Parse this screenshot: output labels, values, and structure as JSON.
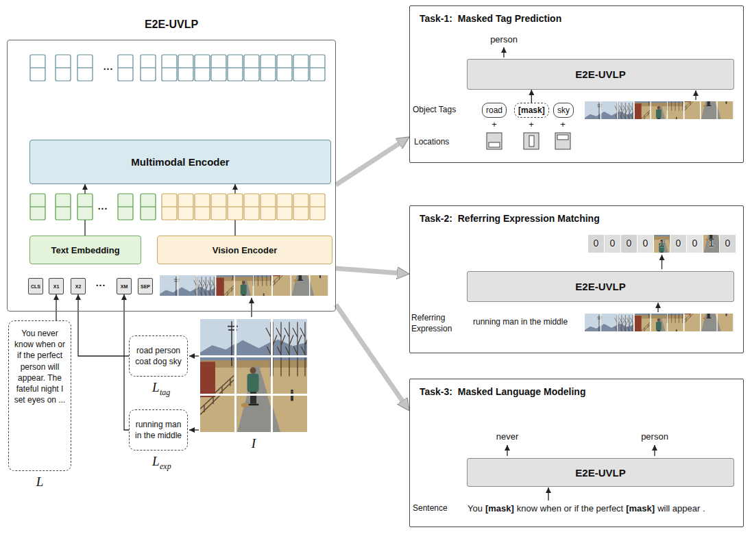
{
  "diagram": {
    "nodes": [
      {
        "text": [
          "E2E-UVLP"
        ]
      },
      {
        "text": [
          "Multimodal Encoder"
        ],
        "in": 0
      },
      {
        "text": [
          "Text Embedding"
        ],
        "in": 0
      },
      {
        "text": [
          "Vision Encoder"
        ],
        "in": 0
      },
      {
        "text": [
          "CLS"
        ],
        "in": 0
      },
      {
        "text": [
          "X1"
        ],
        "in": 0
      },
      {
        "text": [
          "X2"
        ],
        "in": 0
      },
      {
        "text": [
          "XM"
        ],
        "in": 0
      },
      {
        "text": [
          "SEP"
        ],
        "in": 0
      },
      {
        "text": [
          "You never know when or if the perfect person will appear. The fateful night I set eyes on ..."
        ]
      },
      {
        "text": [
          "road person coat dog sky"
        ]
      },
      {
        "text": [
          "running man in the middle"
        ]
      },
      {
        "text": [
          "Task-1:  Masked Tag Prediction"
        ]
      },
      {
        "text": [
          "E2E-UVLP"
        ],
        "in": 12
      },
      {
        "text": [
          "road"
        ],
        "in": 12
      },
      {
        "text": [
          "[mask]"
        ],
        "in": 12
      },
      {
        "text": [
          "sky"
        ],
        "in": 12
      },
      {
        "text": [
          "Task-2:  Referring Expression Matching"
        ]
      },
      {
        "text": [
          "E2E-UVLP"
        ],
        "in": 17
      },
      {
        "text": [
          "Task-3:  Masked Language Modeling"
        ]
      },
      {
        "text": [
          "E2E-UVLP"
        ],
        "in": 19
      }
    ],
    "edges": [
      {
        "from": 2,
        "to": 1,
        "arrow": "to"
      },
      {
        "from": 3,
        "to": 1,
        "arrow": "to"
      },
      {
        "from": 9,
        "to": 5,
        "arrow": "to"
      },
      {
        "from": 10,
        "to": 6,
        "arrow": "to"
      },
      {
        "from": 11,
        "to": 7,
        "arrow": "to"
      },
      {
        "from": 0,
        "to": 12,
        "arrow": "to"
      },
      {
        "from": 0,
        "to": 17,
        "arrow": "to"
      },
      {
        "from": 0,
        "to": 19,
        "arrow": "to"
      },
      {
        "from": 15,
        "to": 13,
        "arrow": "to"
      }
    ],
    "labels": [
      "...",
      "...",
      "...",
      "L",
      "L",
      "tag",
      "L",
      "exp",
      "I",
      "person",
      "Object Tags",
      "+",
      "+",
      "+",
      "Locations",
      "0",
      "0",
      "0",
      "0",
      "1",
      "0",
      "0",
      "1",
      "0",
      "Referring Expression",
      "running man in the middle",
      "never",
      "person",
      "Sentence",
      "You",
      "[mask]",
      "know when or if the perfect",
      "[mask]",
      "will appear ."
    ]
  }
}
